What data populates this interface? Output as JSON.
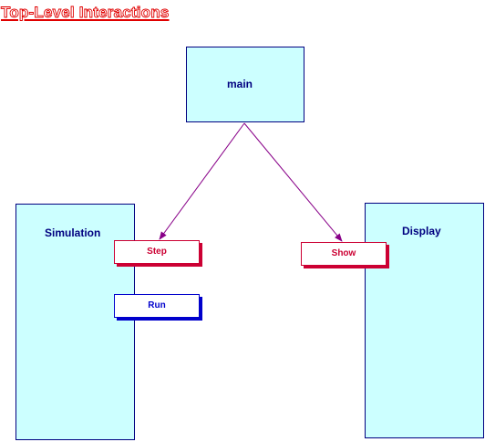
{
  "title": "Top-Level Interactions",
  "components": {
    "main": "main",
    "simulation": "Simulation",
    "display": "Display"
  },
  "interfaces": {
    "step": "Step",
    "run": "Run",
    "show": "Show"
  },
  "colors": {
    "box_fill": "#ccffff",
    "box_border": "#000080",
    "red_interface": "#cc0033",
    "blue_interface": "#0000cc",
    "connector": "#880088",
    "title": "#e00000"
  }
}
